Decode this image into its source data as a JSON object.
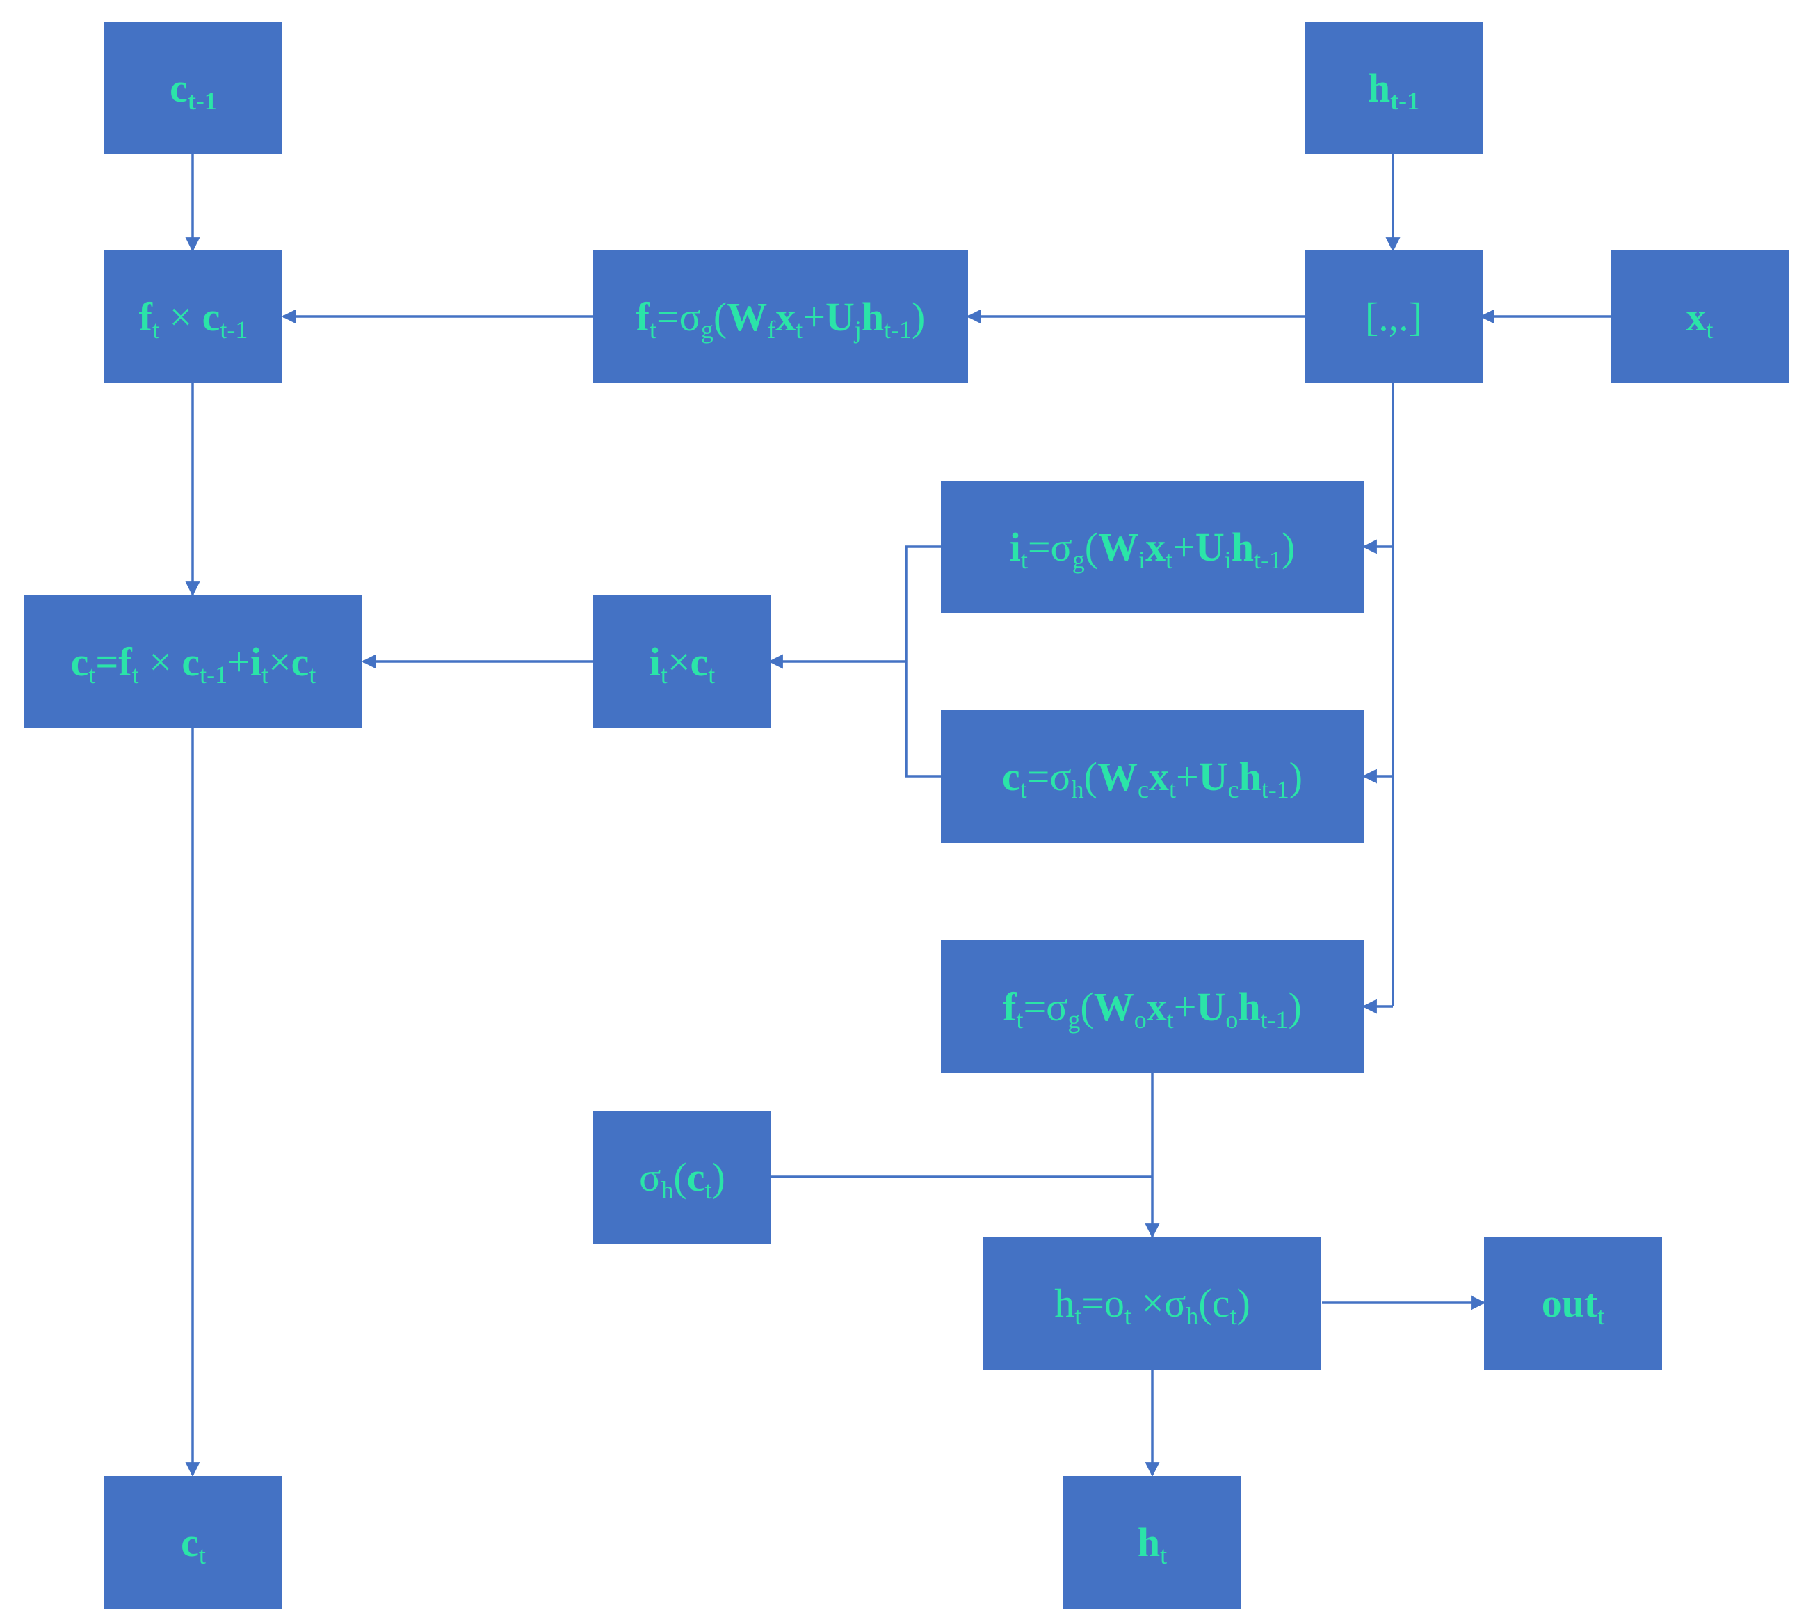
{
  "diagram": {
    "colors": {
      "box_fill": "#4472C4",
      "label_text": "#2BE4A8",
      "connector": "#4472C4",
      "background": "#FFFFFF"
    },
    "nodes": {
      "c_prev": [
        {
          "t": "c",
          "b": true
        },
        {
          "t": "t-1",
          "s": true,
          "b": true
        }
      ],
      "h_prev": [
        {
          "t": "h",
          "b": true
        },
        {
          "t": "t-1",
          "s": true,
          "b": true
        }
      ],
      "forget_mult": [
        {
          "t": "f",
          "b": true
        },
        {
          "t": "t",
          "s": true
        },
        {
          "t": " × "
        },
        {
          "t": "c",
          "b": true
        },
        {
          "t": "t-1",
          "s": true
        }
      ],
      "forget_gate": [
        {
          "t": "f",
          "b": true
        },
        {
          "t": "t",
          "s": true
        },
        {
          "t": "=σ"
        },
        {
          "t": "g",
          "s": true
        },
        {
          "t": "("
        },
        {
          "t": "W",
          "b": true
        },
        {
          "t": "f",
          "s": true
        },
        {
          "t": "x",
          "b": true
        },
        {
          "t": "t",
          "s": true
        },
        {
          "t": "+"
        },
        {
          "t": "U",
          "b": true
        },
        {
          "t": "j",
          "s": true
        },
        {
          "t": "h",
          "b": true
        },
        {
          "t": "t-1",
          "s": true
        },
        {
          "t": ")"
        }
      ],
      "concat": [
        {
          "t": "[.,.]"
        }
      ],
      "x_input": [
        {
          "t": "x",
          "b": true
        },
        {
          "t": "t",
          "s": true
        }
      ],
      "input_gate": [
        {
          "t": "i",
          "b": true
        },
        {
          "t": "t",
          "s": true
        },
        {
          "t": "=σ"
        },
        {
          "t": "g",
          "s": true
        },
        {
          "t": "("
        },
        {
          "t": "W",
          "b": true
        },
        {
          "t": "i",
          "s": true
        },
        {
          "t": "x",
          "b": true
        },
        {
          "t": "t",
          "s": true
        },
        {
          "t": "+"
        },
        {
          "t": "U",
          "b": true
        },
        {
          "t": "i",
          "s": true
        },
        {
          "t": "h",
          "b": true
        },
        {
          "t": "t-1",
          "s": true
        },
        {
          "t": ")"
        }
      ],
      "cell_update": [
        {
          "t": "c",
          "b": true
        },
        {
          "t": "t",
          "s": true
        },
        {
          "t": "=f",
          "b": true
        },
        {
          "t": "t",
          "s": true
        },
        {
          "t": " × "
        },
        {
          "t": "c",
          "b": true
        },
        {
          "t": "t-1",
          "s": true
        },
        {
          "t": "+"
        },
        {
          "t": "i",
          "b": true
        },
        {
          "t": "t",
          "s": true
        },
        {
          "t": "×"
        },
        {
          "t": "c",
          "b": true
        },
        {
          "t": "t",
          "s": true
        }
      ],
      "input_mult": [
        {
          "t": "i",
          "b": true
        },
        {
          "t": "t",
          "s": true
        },
        {
          "t": "×"
        },
        {
          "t": "c",
          "b": true
        },
        {
          "t": "t",
          "s": true
        }
      ],
      "candidate": [
        {
          "t": "c",
          "b": true
        },
        {
          "t": "t",
          "s": true
        },
        {
          "t": "=σ"
        },
        {
          "t": "h",
          "s": true
        },
        {
          "t": "("
        },
        {
          "t": "W",
          "b": true
        },
        {
          "t": "c",
          "s": true
        },
        {
          "t": "x",
          "b": true
        },
        {
          "t": "t",
          "s": true
        },
        {
          "t": "+"
        },
        {
          "t": "U",
          "b": true
        },
        {
          "t": "c",
          "s": true
        },
        {
          "t": "h",
          "b": true
        },
        {
          "t": "t-1",
          "s": true
        },
        {
          "t": ")"
        }
      ],
      "output_gate": [
        {
          "t": "f",
          "b": true
        },
        {
          "t": "t",
          "s": true
        },
        {
          "t": "=σ"
        },
        {
          "t": "g",
          "s": true
        },
        {
          "t": "("
        },
        {
          "t": "W",
          "b": true
        },
        {
          "t": "o",
          "s": true
        },
        {
          "t": "x",
          "b": true
        },
        {
          "t": "t",
          "s": true
        },
        {
          "t": "+"
        },
        {
          "t": "U",
          "b": true
        },
        {
          "t": "o",
          "s": true
        },
        {
          "t": "h",
          "b": true
        },
        {
          "t": "t-1",
          "s": true
        },
        {
          "t": ")"
        }
      ],
      "sigma_c": [
        {
          "t": "σ"
        },
        {
          "t": "h",
          "s": true
        },
        {
          "t": "("
        },
        {
          "t": "c",
          "b": true
        },
        {
          "t": "t",
          "s": true
        },
        {
          "t": ")"
        }
      ],
      "hidden_calc": [
        {
          "t": "h"
        },
        {
          "t": "t",
          "s": true
        },
        {
          "t": "=o"
        },
        {
          "t": "t",
          "s": true
        },
        {
          "t": " ×σ"
        },
        {
          "t": "h",
          "s": true
        },
        {
          "t": "(c"
        },
        {
          "t": "t",
          "s": true
        },
        {
          "t": ")"
        }
      ],
      "out": [
        {
          "t": "out",
          "b": true
        },
        {
          "t": "t",
          "s": true
        }
      ],
      "c_next": [
        {
          "t": "c",
          "b": true
        },
        {
          "t": "t",
          "s": true
        }
      ],
      "h_next": [
        {
          "t": "h",
          "b": true
        },
        {
          "t": "t",
          "s": true
        }
      ]
    }
  }
}
